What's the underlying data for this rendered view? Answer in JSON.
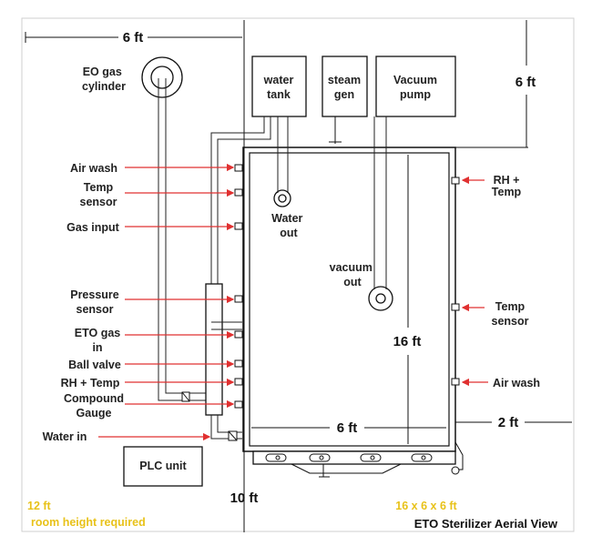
{
  "colors": {
    "arrow": "#e03030",
    "note": "#e8c21a",
    "line": "#111111"
  },
  "dimensions": {
    "top_width": "6 ft",
    "top_right_height": "6 ft",
    "chamber_height": "16 ft",
    "chamber_width": "6 ft",
    "side_gap": "2 ft",
    "bottom_length": "10 ft"
  },
  "equipment": {
    "eo_gas_cylinder": "EO gas cylinder",
    "water_tank": "water tank",
    "steam_gen": "steam gen",
    "vacuum_pump": "Vacuum pump",
    "plc_unit": "PLC unit",
    "water_out": "Water out",
    "vacuum_out": "vacuum out"
  },
  "left_labels": {
    "air_wash": "Air wash",
    "temp_sensor": "Temp sensor",
    "gas_input": "Gas input",
    "pressure_sensor": "Pressure sensor",
    "eto_gas_in": "ETO gas in",
    "ball_valve": "Ball valve",
    "rh_temp": "RH + Temp",
    "compound_gauge": "Compound Gauge",
    "water_in": "Water in"
  },
  "right_labels": {
    "rh_temp": "RH + Temp",
    "temp_sensor": "Temp sensor",
    "air_wash": "Air wash"
  },
  "notes": {
    "room_height": "12 ft room height required",
    "size": "16 x 6 x 6 ft",
    "view_title": "ETO Sterilizer Aerial View"
  }
}
